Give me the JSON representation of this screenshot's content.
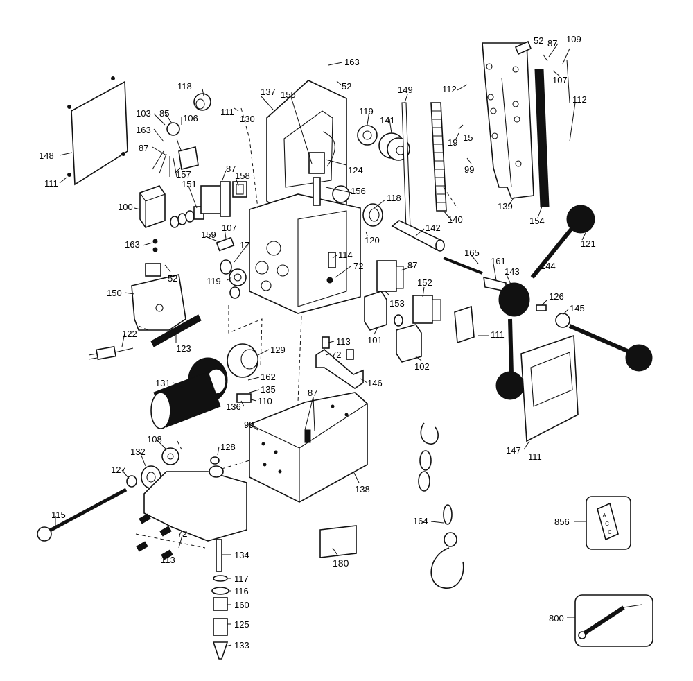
{
  "callouts": [
    {
      "id": "163a",
      "text": "163"
    },
    {
      "id": "52a",
      "text": "52"
    },
    {
      "id": "52b",
      "text": "52"
    },
    {
      "id": "87a",
      "text": "87"
    },
    {
      "id": "109",
      "text": "109"
    },
    {
      "id": "107a",
      "text": "107"
    },
    {
      "id": "112a",
      "text": "112"
    },
    {
      "id": "112b",
      "text": "112"
    },
    {
      "id": "118a",
      "text": "118"
    },
    {
      "id": "111a",
      "text": "111"
    },
    {
      "id": "130",
      "text": "130"
    },
    {
      "id": "137",
      "text": "137"
    },
    {
      "id": "155",
      "text": "155"
    },
    {
      "id": "149",
      "text": "149"
    },
    {
      "id": "103",
      "text": "103"
    },
    {
      "id": "85",
      "text": "85"
    },
    {
      "id": "106",
      "text": "106"
    },
    {
      "id": "163b",
      "text": "163"
    },
    {
      "id": "119a",
      "text": "119"
    },
    {
      "id": "141",
      "text": "141"
    },
    {
      "id": "87b",
      "text": "87"
    },
    {
      "id": "148",
      "text": "148"
    },
    {
      "id": "19",
      "text": "19"
    },
    {
      "id": "15",
      "text": "15"
    },
    {
      "id": "157",
      "text": "157"
    },
    {
      "id": "87c",
      "text": "87"
    },
    {
      "id": "124",
      "text": "124"
    },
    {
      "id": "99a",
      "text": "99"
    },
    {
      "id": "111b",
      "text": "111"
    },
    {
      "id": "158",
      "text": "158"
    },
    {
      "id": "156",
      "text": "156"
    },
    {
      "id": "151",
      "text": "151"
    },
    {
      "id": "118b",
      "text": "118"
    },
    {
      "id": "139",
      "text": "139"
    },
    {
      "id": "100",
      "text": "100"
    },
    {
      "id": "140",
      "text": "140"
    },
    {
      "id": "154",
      "text": "154"
    },
    {
      "id": "142",
      "text": "142"
    },
    {
      "id": "107b",
      "text": "107"
    },
    {
      "id": "121",
      "text": "121"
    },
    {
      "id": "159",
      "text": "159"
    },
    {
      "id": "120",
      "text": "120"
    },
    {
      "id": "163c",
      "text": "163"
    },
    {
      "id": "17",
      "text": "17"
    },
    {
      "id": "165",
      "text": "165"
    },
    {
      "id": "114",
      "text": "114"
    },
    {
      "id": "161",
      "text": "161"
    },
    {
      "id": "72a",
      "text": "72"
    },
    {
      "id": "87d",
      "text": "87"
    },
    {
      "id": "143",
      "text": "143"
    },
    {
      "id": "144",
      "text": "144"
    },
    {
      "id": "52c",
      "text": "52"
    },
    {
      "id": "119b",
      "text": "119"
    },
    {
      "id": "152",
      "text": "152"
    },
    {
      "id": "150",
      "text": "150"
    },
    {
      "id": "126",
      "text": "126"
    },
    {
      "id": "153",
      "text": "153"
    },
    {
      "id": "145",
      "text": "145"
    },
    {
      "id": "122",
      "text": "122"
    },
    {
      "id": "113a",
      "text": "113"
    },
    {
      "id": "101",
      "text": "101"
    },
    {
      "id": "111c",
      "text": "111"
    },
    {
      "id": "123",
      "text": "123"
    },
    {
      "id": "72b",
      "text": "72"
    },
    {
      "id": "129",
      "text": "129"
    },
    {
      "id": "102",
      "text": "102"
    },
    {
      "id": "162",
      "text": "162"
    },
    {
      "id": "146",
      "text": "146"
    },
    {
      "id": "131",
      "text": "131"
    },
    {
      "id": "135",
      "text": "135"
    },
    {
      "id": "87e",
      "text": "87"
    },
    {
      "id": "136",
      "text": "136"
    },
    {
      "id": "110",
      "text": "110"
    },
    {
      "id": "99b",
      "text": "99"
    },
    {
      "id": "108",
      "text": "108"
    },
    {
      "id": "147",
      "text": "147"
    },
    {
      "id": "111d",
      "text": "111"
    },
    {
      "id": "128",
      "text": "128"
    },
    {
      "id": "132",
      "text": "132"
    },
    {
      "id": "127",
      "text": "127"
    },
    {
      "id": "138",
      "text": "138"
    },
    {
      "id": "115",
      "text": "115"
    },
    {
      "id": "164",
      "text": "164"
    },
    {
      "id": "856",
      "text": "856"
    },
    {
      "id": "72c",
      "text": "72"
    },
    {
      "id": "113b",
      "text": "113"
    },
    {
      "id": "134",
      "text": "134"
    },
    {
      "id": "180",
      "text": "180"
    },
    {
      "id": "117",
      "text": "117"
    },
    {
      "id": "116",
      "text": "116"
    },
    {
      "id": "160",
      "text": "160"
    },
    {
      "id": "125",
      "text": "125"
    },
    {
      "id": "800",
      "text": "800"
    },
    {
      "id": "133",
      "text": "133"
    }
  ],
  "inset_label": {
    "top": "A",
    "mid": "C",
    "bot": "C"
  },
  "ink_color": "#111111"
}
